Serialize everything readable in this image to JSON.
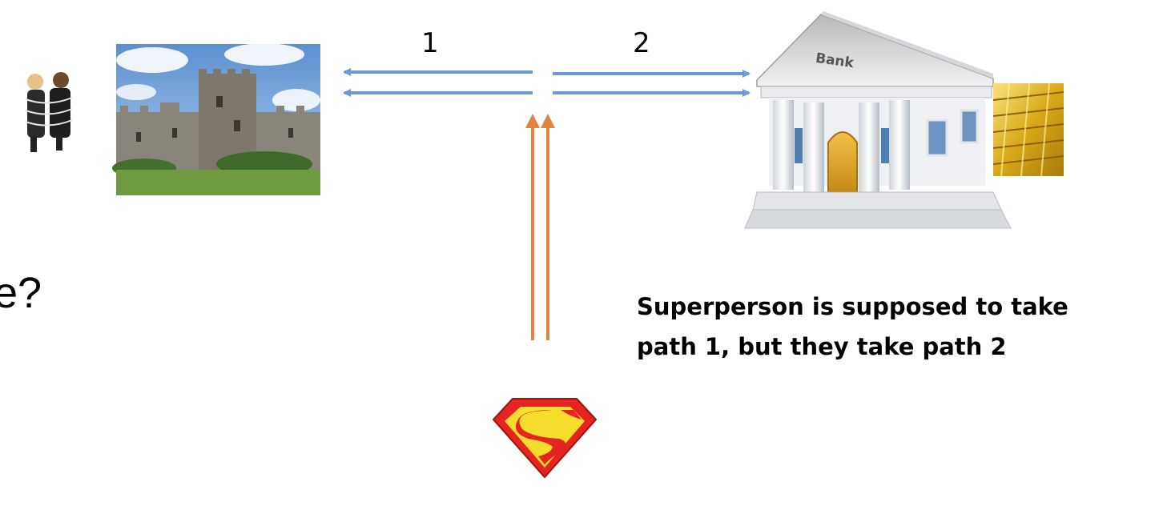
{
  "paths": {
    "path_1_label": "1",
    "path_2_label": "2"
  },
  "bank": {
    "sign_text": "Bank"
  },
  "partial_text": "e?",
  "caption": {
    "line1": "Superperson is supposed to take",
    "line2": "path 1, but they take path 2"
  },
  "colors": {
    "path_arrows": "#6a9bd4",
    "approach_arrows": "#e0843f",
    "emblem_red": "#e52420",
    "emblem_yellow": "#f6dc2c"
  },
  "icons": [
    "hostages-icon",
    "castle-icon",
    "bank-icon",
    "gold-bars-icon",
    "superhero-emblem-icon"
  ]
}
